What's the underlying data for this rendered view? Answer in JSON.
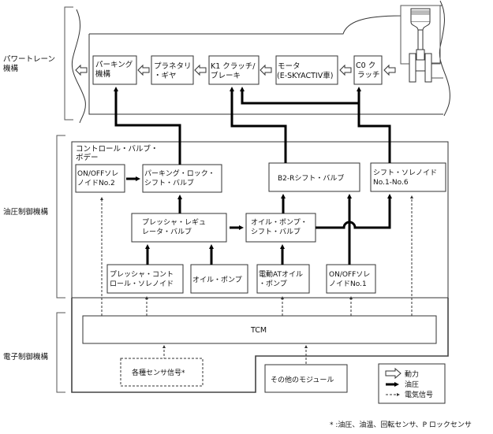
{
  "section_labels": {
    "powertrain": [
      "パワートレーン",
      "機構"
    ],
    "hydraulic": "油圧制御機構",
    "electronic": "電子制御機構"
  },
  "powertrain_components": [
    {
      "id": "parking",
      "lines": [
        "パーキング",
        "機構"
      ]
    },
    {
      "id": "planetary",
      "lines": [
        "プラネタリ",
        "・ギヤ"
      ]
    },
    {
      "id": "k1",
      "lines": [
        "K1 クラッチ/",
        "ブレーキ"
      ]
    },
    {
      "id": "motor",
      "lines": [
        "モータ",
        "(E-SKYACTIV車)"
      ]
    },
    {
      "id": "c0",
      "lines": [
        "C0 ク",
        "ラッチ"
      ]
    }
  ],
  "control_valve_body": {
    "title": [
      "コントロール・バルブ・",
      "ボデー"
    ],
    "components": [
      {
        "id": "onoff2",
        "lines": [
          "ON/OFFソレ",
          "ノイドNo.2"
        ]
      },
      {
        "id": "plock",
        "lines": [
          "パーキング・ロック・",
          "シフト・バルブ"
        ]
      },
      {
        "id": "b2r",
        "lines": [
          "B2-Rシフト・バルブ"
        ]
      },
      {
        "id": "shiftsol",
        "lines": [
          "シフト・ソレノイド",
          "No.1-No.6"
        ]
      },
      {
        "id": "preg",
        "lines": [
          "プレッシャ・レギュ",
          "レータ・バルブ"
        ]
      },
      {
        "id": "opsv",
        "lines": [
          "オイル・ポンプ・",
          "シフト・バルブ"
        ]
      },
      {
        "id": "pcsol",
        "lines": [
          "プレッシャ・コント",
          "ロール・ソレノイド"
        ]
      },
      {
        "id": "opump",
        "lines": [
          "オイル・ポンプ"
        ]
      },
      {
        "id": "eatpump",
        "lines": [
          "電動ATオイル",
          "・ポンプ"
        ]
      },
      {
        "id": "onoff1",
        "lines": [
          "ON/OFFソレ",
          "ノイドNo.1"
        ]
      }
    ]
  },
  "tcm": {
    "label": "TCM"
  },
  "sensors": {
    "label": "各種センサ信号*"
  },
  "other_modules": {
    "label": "その他のモジュール"
  },
  "legend": {
    "items": [
      {
        "type": "power",
        "label": "動力"
      },
      {
        "type": "hydraulic",
        "label": "油圧"
      },
      {
        "type": "electric",
        "label": "電気信号"
      }
    ]
  },
  "footnote": "* :油圧、油温、回転センサ、P ロックセンサ"
}
